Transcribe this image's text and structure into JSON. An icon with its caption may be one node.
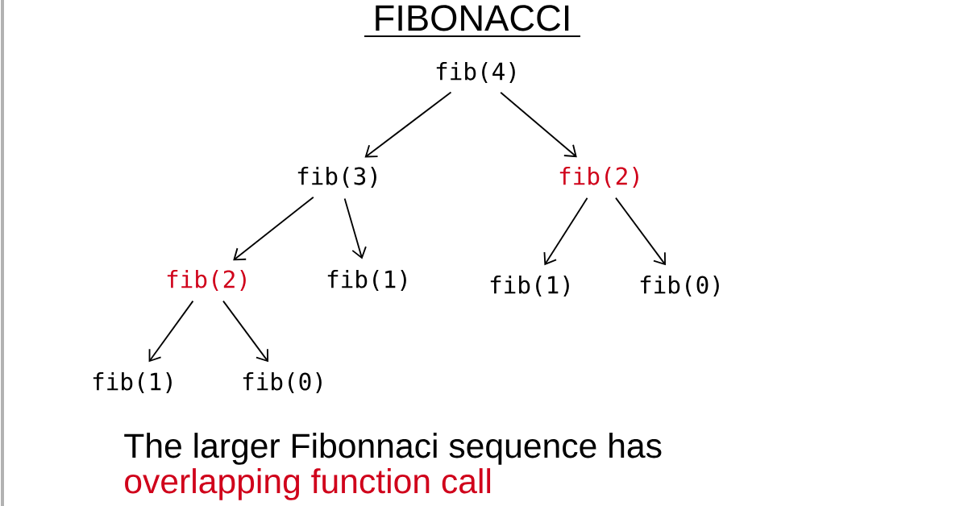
{
  "diagram": {
    "title": "FIBONACCI",
    "nodes": [
      {
        "text": [
          "fib(4)"
        ]
      },
      {
        "text": [
          "fib(3)"
        ]
      },
      {
        "text": [
          "fib(2)"
        ]
      },
      {
        "text": [
          "fib(2)"
        ]
      },
      {
        "text": [
          "fib(1)"
        ]
      },
      {
        "text": [
          "fib(1)"
        ]
      },
      {
        "text": [
          "fib(0)"
        ]
      },
      {
        "text": [
          "fib(1)"
        ]
      },
      {
        "text": [
          "fib(0)"
        ]
      }
    ],
    "edges": [
      {
        "from": 0,
        "to": 1,
        "arrow": "to"
      },
      {
        "from": 0,
        "to": 2,
        "arrow": "to"
      },
      {
        "from": 1,
        "to": 3,
        "arrow": "to"
      },
      {
        "from": 1,
        "to": 4,
        "arrow": "to"
      },
      {
        "from": 2,
        "to": 5,
        "arrow": "to"
      },
      {
        "from": 2,
        "to": 6,
        "arrow": "to"
      },
      {
        "from": 3,
        "to": 7,
        "arrow": "to"
      },
      {
        "from": 3,
        "to": 8,
        "arrow": "to"
      }
    ],
    "labels": [
      "The larger Fibonnaci sequence has",
      "overlapping function call"
    ]
  }
}
